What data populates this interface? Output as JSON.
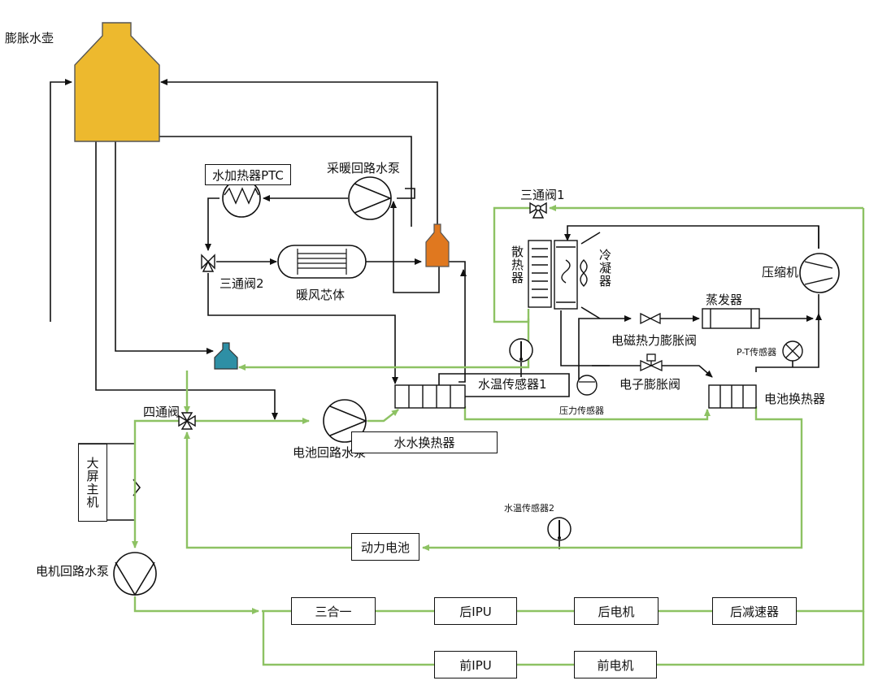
{
  "labels": {
    "expansion_tank": "膨胀水壶",
    "ptc_heater": "水加热器PTC",
    "heating_pump": "采暖回路水泵",
    "three_way_valve_1": "三通阀1",
    "three_way_valve_2": "三通阀2",
    "heater_core": "暖风芯体",
    "radiator": "散热器",
    "condenser": "冷凝器",
    "compressor": "压缩机",
    "evaporator": "蒸发器",
    "solenoid_txv": "电磁热力膨胀阀",
    "electronic_exv": "电子膨胀阀",
    "pt_sensor": "P-T传感器",
    "battery_chiller": "电池换热器",
    "water_temp_sensor_1": "水温传感器1",
    "pressure_sensor": "压力传感器",
    "four_way_valve": "四通阀",
    "battery_pump": "电池回路水泵",
    "water_water_hx": "水水换热器",
    "head_unit": "大屏主机",
    "water_temp_sensor_2": "水温传感器2",
    "power_battery": "动力电池",
    "motor_pump": "电机回路水泵",
    "three_in_one": "三合一",
    "rear_ipu": "后IPU",
    "rear_motor": "后电机",
    "rear_reducer": "后减速器",
    "front_ipu": "前IPU",
    "front_motor": "前电机"
  },
  "colors": {
    "tank": "#EDB92E",
    "orange_tank": "#E0781F",
    "blue_tank": "#2E8FA5",
    "coolant_line": "#8DC263",
    "line": "#111111"
  }
}
